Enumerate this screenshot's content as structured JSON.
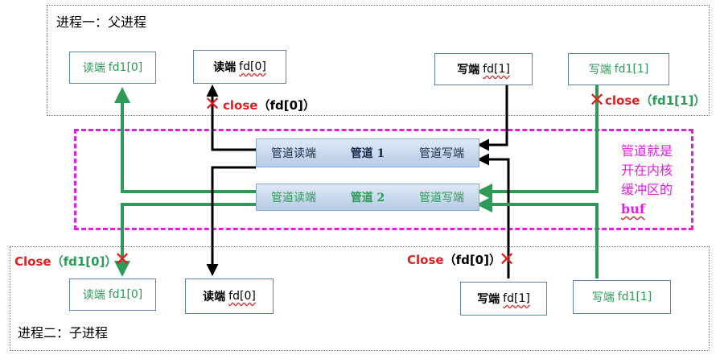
{
  "parent": {
    "label": "进程一：父进程"
  },
  "child": {
    "label": "进程二：子进程"
  },
  "parent_nodes": {
    "read1": {
      "name": "读端",
      "fd": "fd1[0]"
    },
    "read0": {
      "name": "读端",
      "fd": "fd[0]"
    },
    "write0": {
      "name": "写端",
      "fd": "fd[1]"
    },
    "write1": {
      "name": "写端",
      "fd": "fd1[1]"
    }
  },
  "child_nodes": {
    "read1": {
      "name": "读端",
      "fd": "fd1[0]"
    },
    "read0": {
      "name": "读端",
      "fd": "fd[0]"
    },
    "write0": {
      "name": "写端",
      "fd": "fd[1]"
    },
    "write1": {
      "name": "写端",
      "fd": "fd1[1]"
    }
  },
  "pipes": {
    "pipe1": {
      "read_end": "管道读端",
      "name": "管道 1",
      "write_end": "管道写端"
    },
    "pipe2": {
      "read_end": "管道读端",
      "name": "管道 2",
      "write_end": "管道写端"
    }
  },
  "kernel_note": {
    "line1": "管道就是",
    "line2": "开在内核",
    "line3": "缓冲区的",
    "line4": "buf"
  },
  "close_labels": {
    "parent_read": {
      "word": "close",
      "arg": "（fd[0]）"
    },
    "parent_write": {
      "word": "close",
      "arg": "（fd1[1]）"
    },
    "child_read": {
      "word": "Close",
      "arg": "（fd1[0]）"
    },
    "child_write": {
      "word": "Close",
      "arg": "（fd[0]）"
    }
  },
  "x_mark": "✕",
  "colors": {
    "green": "#2e9a57",
    "black": "#000000",
    "red": "#e02020",
    "magenta": "#e020e0",
    "pipe_border": "#8aa9cc"
  }
}
